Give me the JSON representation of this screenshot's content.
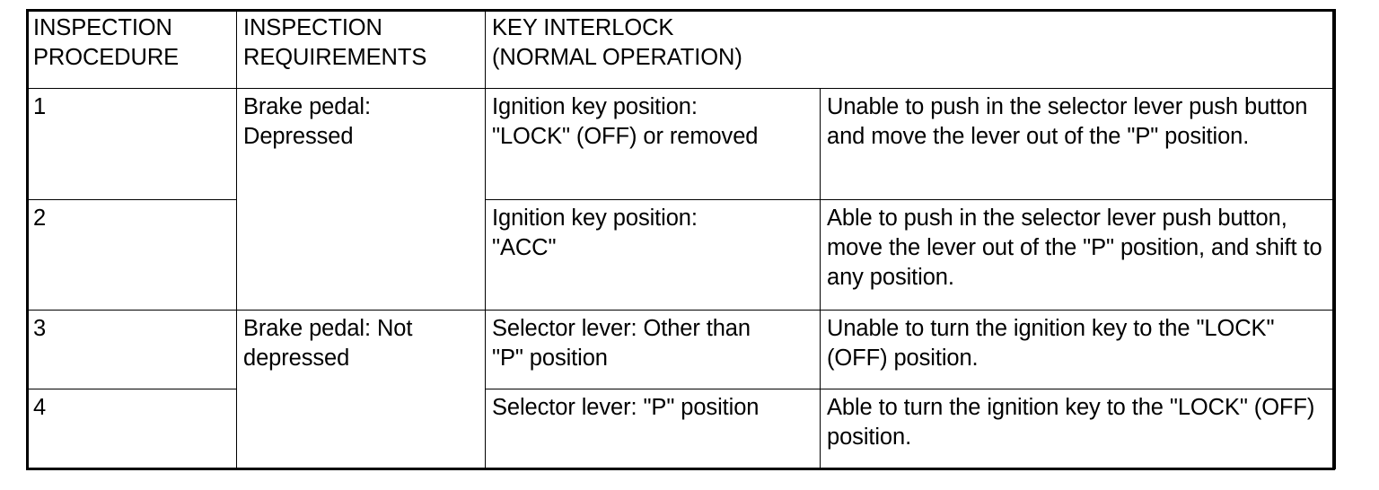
{
  "table": {
    "headers": {
      "procedure": "INSPECTION\nPROCEDURE",
      "requirements": "INSPECTION\nREQUIREMENTS",
      "key_interlock": "KEY INTERLOCK\n(NORMAL OPERATION)"
    },
    "rows": [
      {
        "procedure": "1",
        "requirements": "Brake pedal:\nDepressed",
        "key_condition": "Ignition key position:\n\"LOCK\" (OFF) or removed",
        "normal_operation": "Unable to push in the selector lever push button and move the lever out of the \"P\" position."
      },
      {
        "procedure": "2",
        "requirements": "",
        "key_condition": "Ignition key position:\n\"ACC\"",
        "normal_operation": "Able to push in the selector lever push button, move the lever out of the \"P\" position, and shift to any position."
      },
      {
        "procedure": "3",
        "requirements": "Brake pedal: Not\ndepressed",
        "key_condition": "Selector lever: Other than\n\"P\" position",
        "normal_operation": "Unable to turn the ignition key to the \"LOCK\" (OFF) position."
      },
      {
        "procedure": "4",
        "requirements": "",
        "key_condition": "Selector lever: \"P\" position",
        "normal_operation": "Able to turn the ignition key to the \"LOCK\" (OFF) position."
      }
    ]
  },
  "colors": {
    "border": "#000000",
    "text": "#000000",
    "background": "#ffffff"
  }
}
